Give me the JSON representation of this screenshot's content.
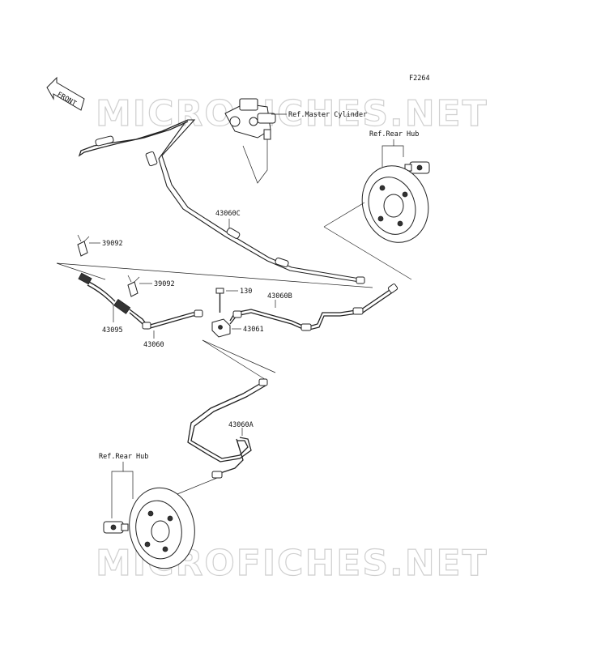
{
  "figure_code": "F2264",
  "front_label": "FRONT",
  "watermark": "MICROFICHES.NET",
  "refs": {
    "master_cylinder": "Ref.Master Cylinder",
    "rear_hub_top": "Ref.Rear Hub",
    "rear_hub_bottom": "Ref.Rear Hub"
  },
  "parts": {
    "p43060c": "43060C",
    "p39092_a": "39092",
    "p39092_b": "39092",
    "p130": "130",
    "p43060b": "43060B",
    "p43095": "43095",
    "p43061": "43061",
    "p43060": "43060",
    "p43060a": "43060A"
  }
}
